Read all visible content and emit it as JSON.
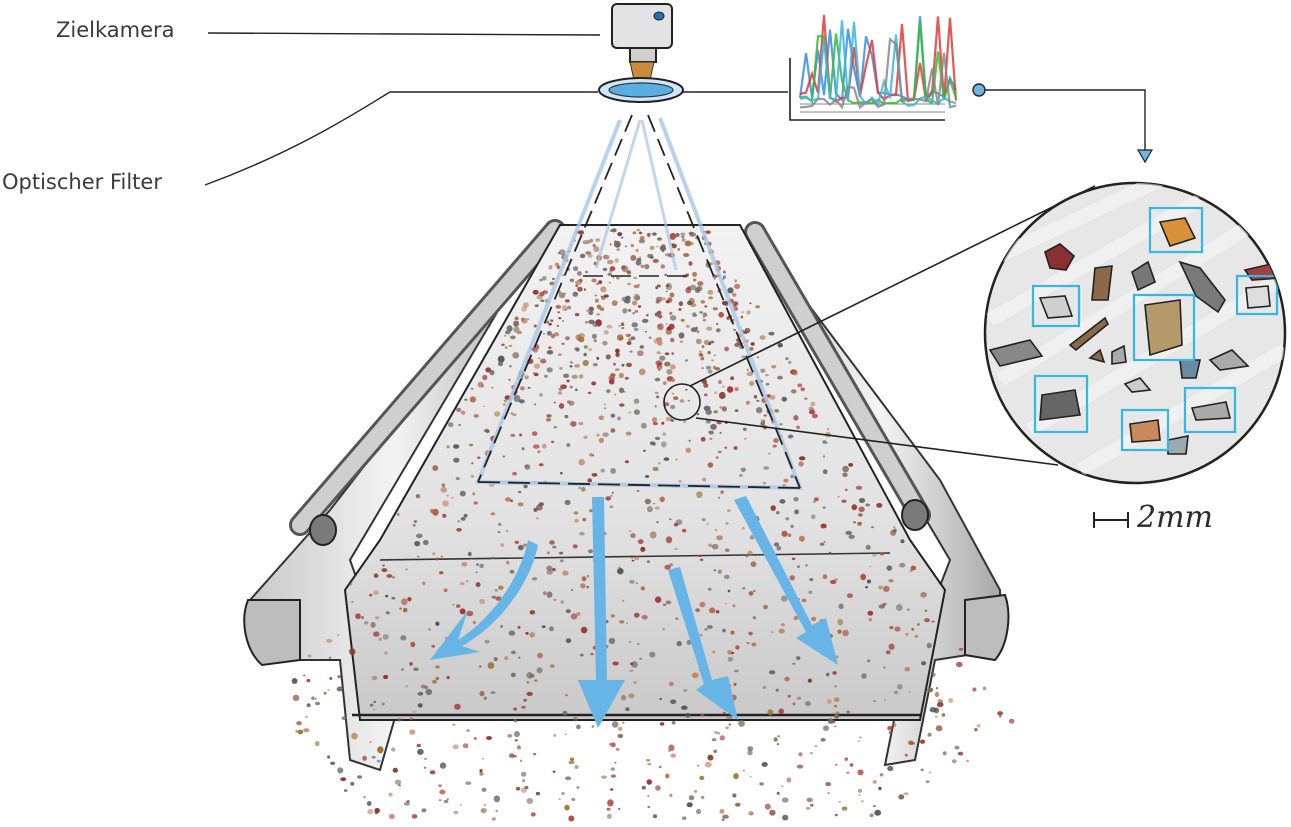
{
  "labels": {
    "camera": "Zielkamera",
    "filter": "Optischer Filter",
    "scale": "2mm"
  },
  "colors": {
    "arrow": "#67b4e6",
    "beam": "#aac9e6",
    "box": "#35b8e0",
    "belt": "#d9d9d9",
    "frame": "#9a9a9a",
    "spectrum_series": [
      "#3a8ee0",
      "#e03a3a",
      "#3ab83a",
      "#35b8e0",
      "#888888"
    ]
  },
  "icons": [
    "camera-icon",
    "optical-filter-icon",
    "spectrum-graph",
    "magnifier-circle",
    "conveyor-belt",
    "flow-arrow",
    "scale-bar-icon"
  ]
}
